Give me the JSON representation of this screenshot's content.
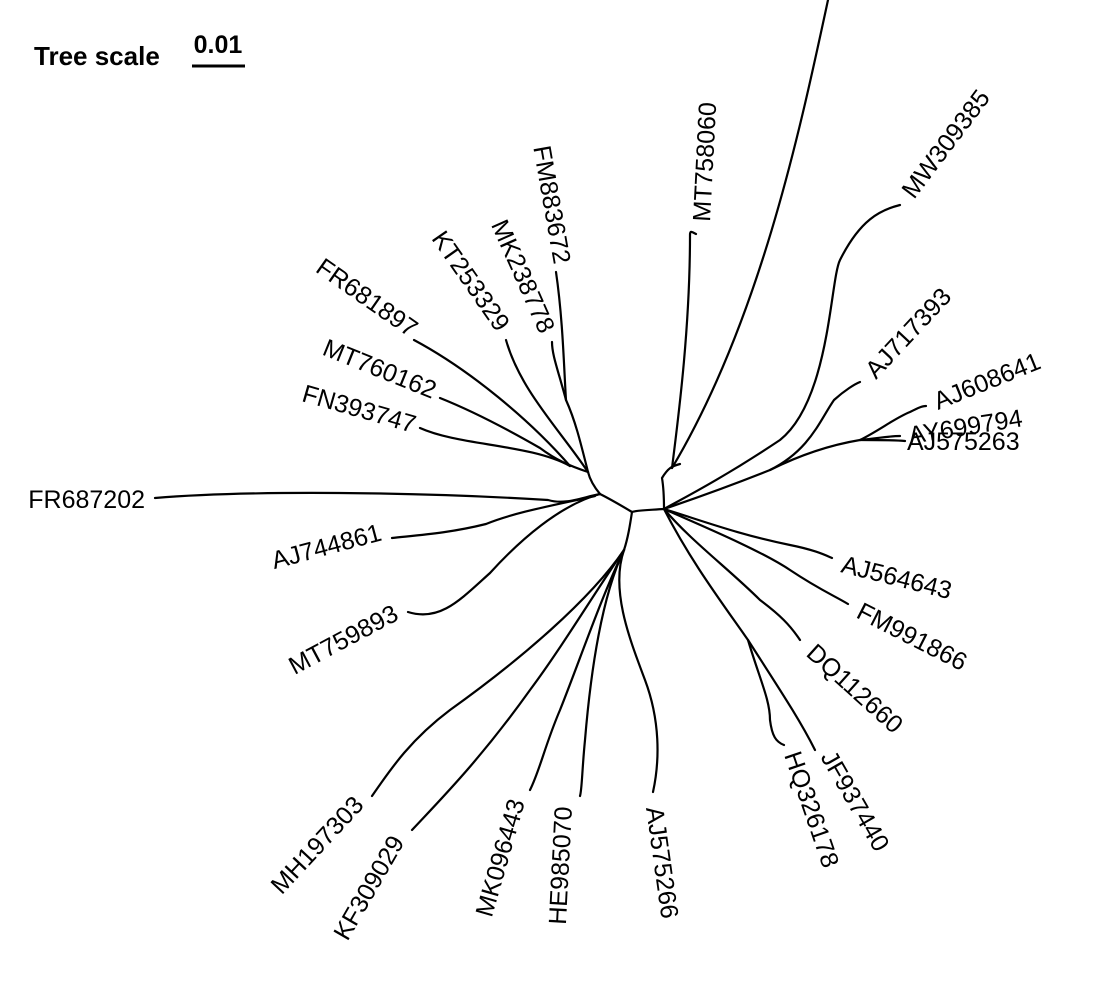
{
  "tree_scale": {
    "title": "Tree scale",
    "value": "0.01"
  },
  "leaves": [
    "FR687202",
    "AJ744861",
    "MT759893",
    "FN393747",
    "MT760162",
    "FR681897",
    "KT253329",
    "MK238778",
    "FM883672",
    "MT758060",
    "MW309385",
    "AJ717393",
    "AJ608641",
    "AY699794",
    "AJ575263",
    "AJ564643",
    "FM991866",
    "DQ112660",
    "JF937440",
    "HQ326178",
    "AJ575266",
    "HE985070",
    "MK096443",
    "KF309029",
    "MH197303"
  ],
  "colors": {
    "branch": "#000000",
    "text": "#000000",
    "background": "#ffffff"
  }
}
